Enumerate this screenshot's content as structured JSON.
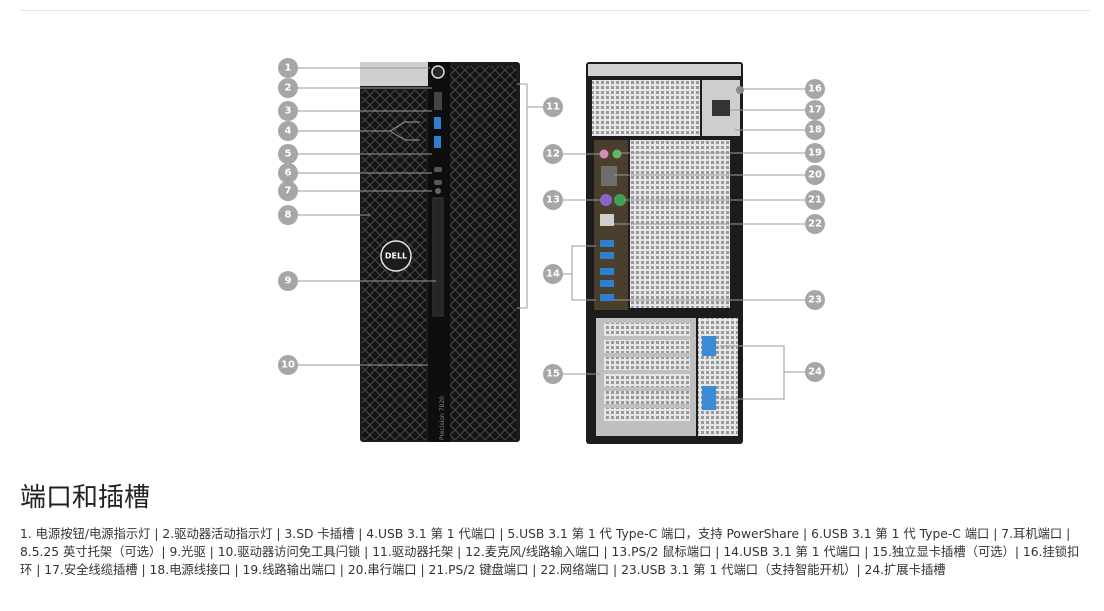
{
  "brand": {
    "logo_text": "DELL",
    "model_text": "Precision 7820"
  },
  "callouts": [
    "1",
    "2",
    "3",
    "4",
    "5",
    "6",
    "7",
    "8",
    "9",
    "10",
    "11",
    "12",
    "13",
    "14",
    "15",
    "16",
    "17",
    "18",
    "19",
    "20",
    "21",
    "22",
    "23",
    "24"
  ],
  "section": {
    "title": "端口和插槽",
    "description": "1. 电源按钮/电源指示灯 | 2.驱动器活动指示灯 | 3.SD 卡插槽 | 4.USB 3.1 第 1 代端口 | 5.USB 3.1 第 1 代 Type-C 端口，支持 PowerShare | 6.USB 3.1 第 1 代 Type-C 端口 | 7.耳机端口 | 8.5.25 英寸托架（可选）| 9.光驱 | 10.驱动器访问免工具闩锁 | 11.驱动器托架 | 12.麦克风/线路输入端口 | 13.PS/2 鼠标端口 | 14.USB 3.1 第 1 代端口 | 15.独立显卡插槽（可选）| 16.挂锁扣环 | 17.安全线缆插槽 | 18.电源线接口 | 19.线路输出端口 | 20.串行端口 | 21.PS/2 键盘端口 | 22.网络端口 | 23.USB 3.1 第 1 代端口（支持智能开机）| 24.扩展卡插槽"
  },
  "colors": {
    "callout": "#a6a6a6",
    "chassis": "#1c1c1c",
    "usb_blue": "#2f7fd0",
    "mic_pink": "#d98cb0",
    "line_green": "#5fb85f",
    "ps2_purple": "#8a63c8",
    "ps2_green": "#3fa05a"
  }
}
